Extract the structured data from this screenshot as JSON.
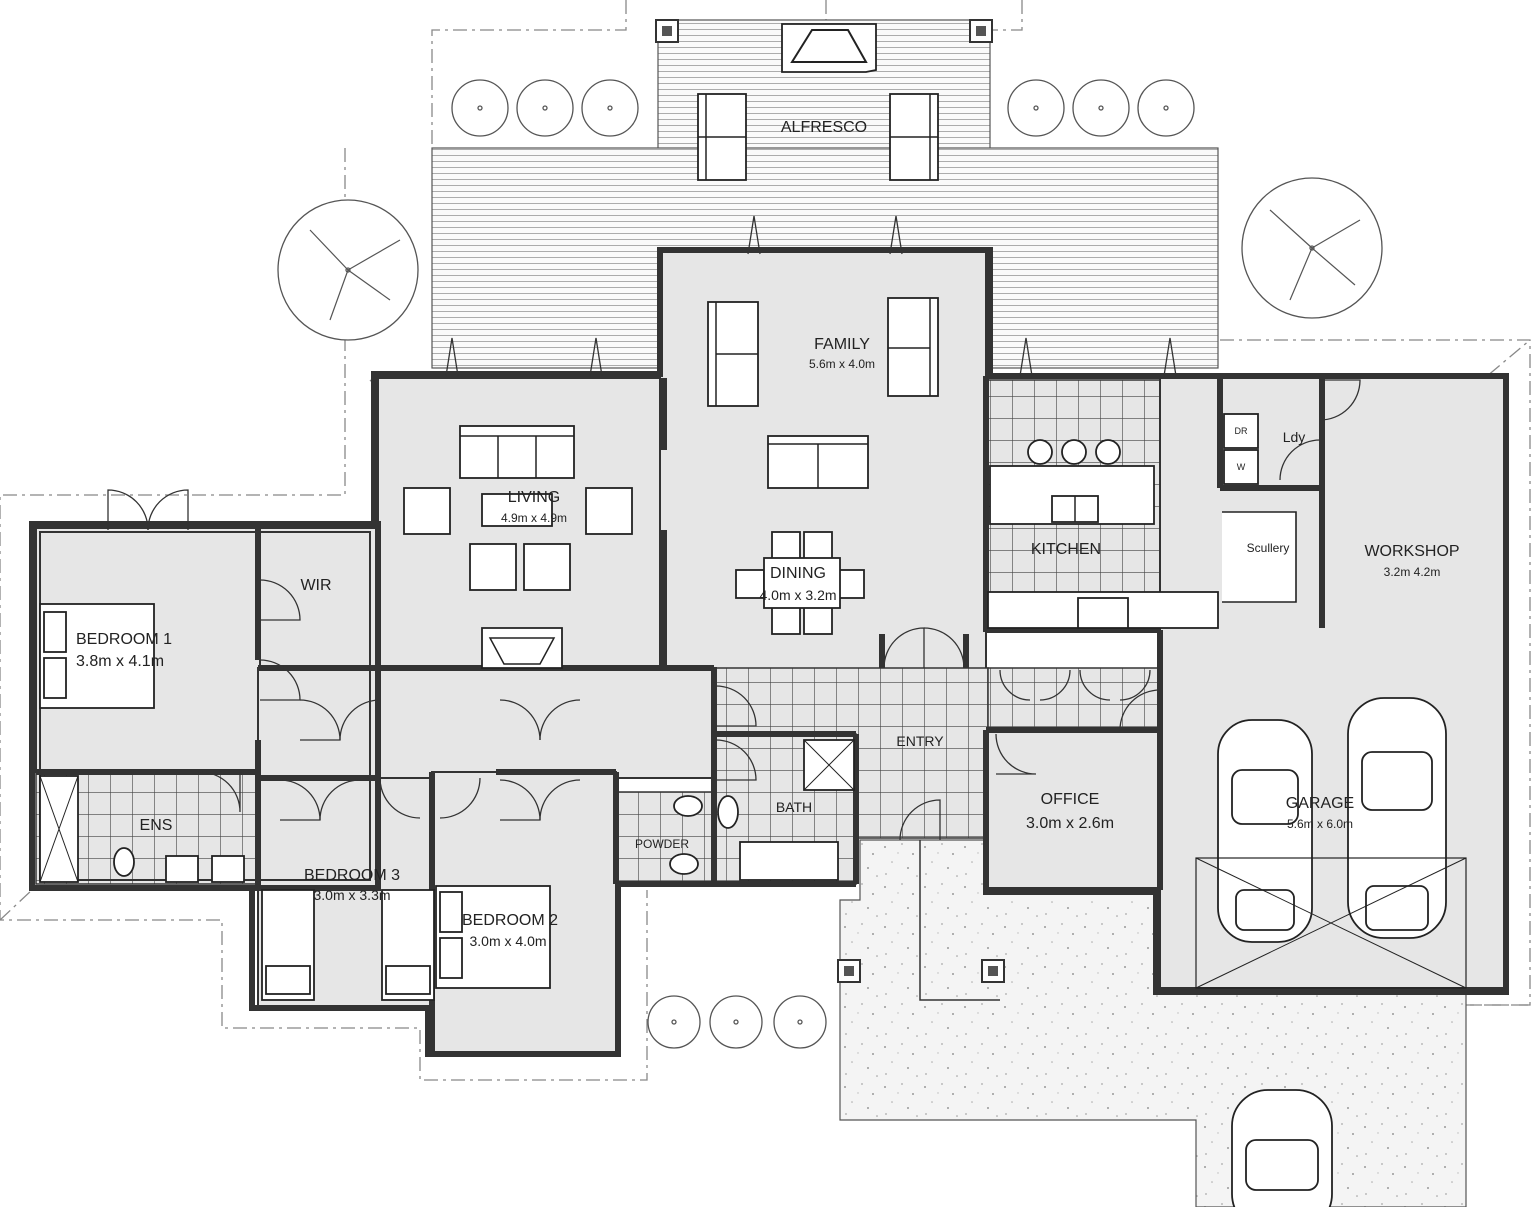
{
  "rooms": {
    "alfresco": {
      "name": "ALFRESCO"
    },
    "family": {
      "name": "FAMILY",
      "size": "5.6m x 4.0m"
    },
    "living": {
      "name": "LIVING",
      "size": "4.9m x 4.9m"
    },
    "dining": {
      "name": "DINING",
      "size": "4.0m x 3.2m"
    },
    "kitchen": {
      "name": "KITCHEN"
    },
    "scullery": {
      "name": "Scullery"
    },
    "laundry": {
      "name": "Ldy",
      "dryer": "DR",
      "washer": "W"
    },
    "workshop": {
      "name": "WORKSHOP",
      "size": "3.2m 4.2m"
    },
    "bedroom1": {
      "name": "BEDROOM 1",
      "size": "3.8m x 4.1m"
    },
    "wir": {
      "name": "WIR"
    },
    "ensuite": {
      "name": "ENS"
    },
    "bedroom3": {
      "name": "BEDROOM 3",
      "size": "3.0m x 3.3m"
    },
    "bedroom2": {
      "name": "BEDROOM 2",
      "size": "3.0m x 4.0m"
    },
    "powder": {
      "name": "POWDER"
    },
    "bath": {
      "name": "BATH"
    },
    "entry": {
      "name": "ENTRY"
    },
    "office": {
      "name": "OFFICE",
      "size": "3.0m x 2.6m"
    },
    "garage": {
      "name": "GARAGE",
      "size": "5.6m x 6.0m"
    }
  },
  "colors": {
    "floor": "#e6e6e6",
    "wall": "#333333",
    "outline": "#888888"
  }
}
